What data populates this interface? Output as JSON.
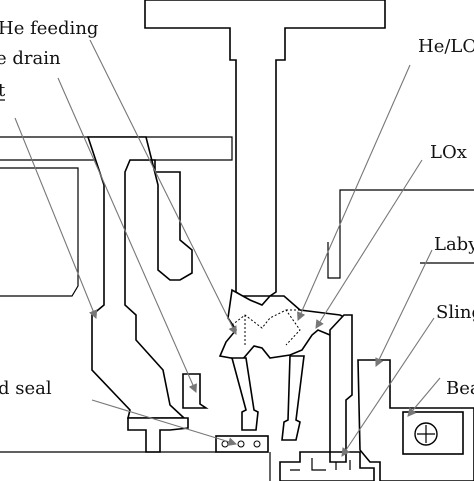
{
  "labels": {
    "he_feeding": "He feeding",
    "drain": "e drain",
    "t": "t",
    "he_lox": "He/LO",
    "lox": "LOx",
    "laby": "Laby",
    "sling": "Sling",
    "bea": "Bea",
    "d_seal": "d seal"
  },
  "icons": {
    "bearing_symbol": "crosshair-circle-icon"
  }
}
